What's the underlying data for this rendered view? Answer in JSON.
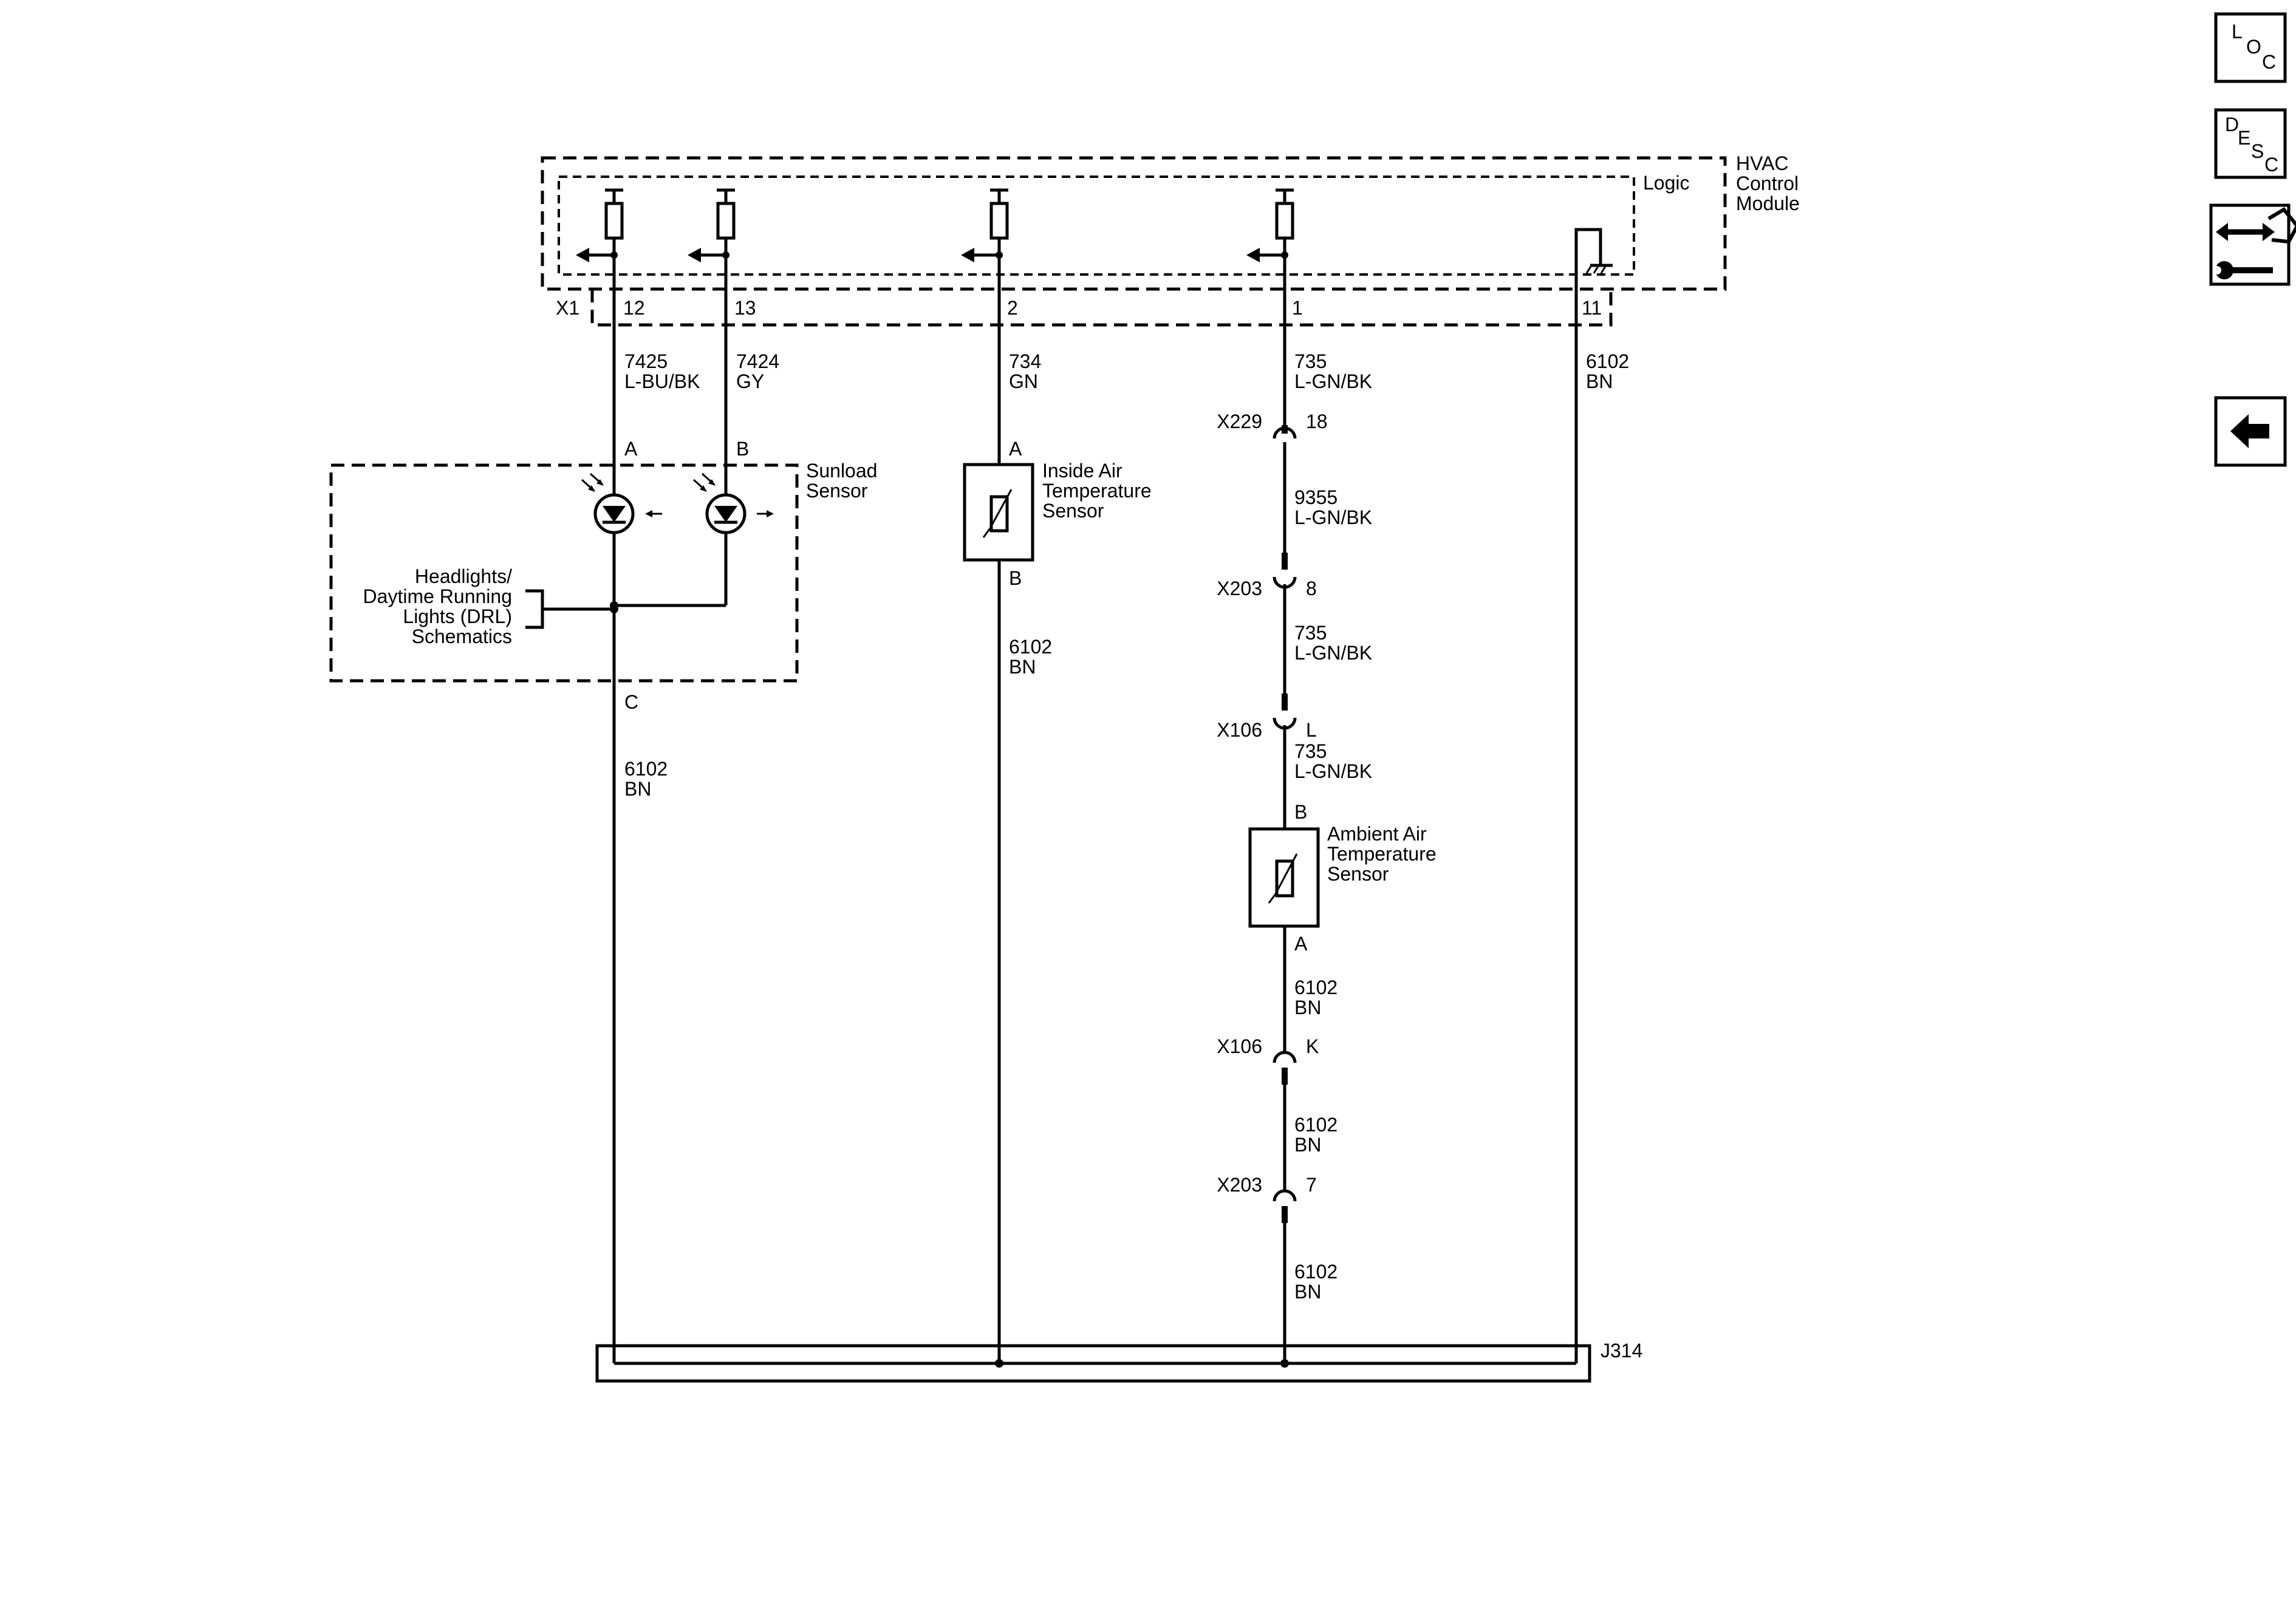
{
  "modules": {
    "hvac": [
      "HVAC",
      "Control",
      "Module"
    ],
    "logic": "Logic",
    "connector_x1": "X1"
  },
  "pins": {
    "p12": "12",
    "p13": "13",
    "p2": "2",
    "p1": "1",
    "p11": "11"
  },
  "wires": {
    "w7425": [
      "7425",
      "L-BU/BK"
    ],
    "w7424": [
      "7424",
      "GY"
    ],
    "w734": [
      "734",
      "GN"
    ],
    "w735a": [
      "735",
      "L-GN/BK"
    ],
    "w6102_top": [
      "6102",
      "BN"
    ],
    "w6102_sun": [
      "6102",
      "BN"
    ],
    "w6102_inside": [
      "6102",
      "BN"
    ],
    "w9355": [
      "9355",
      "L-GN/BK"
    ],
    "w735b": [
      "735",
      "L-GN/BK"
    ],
    "w735c": [
      "735",
      "L-GN/BK"
    ],
    "w6102_amb": [
      "6102",
      "BN"
    ],
    "w6102_k": [
      "6102",
      "BN"
    ],
    "w6102_7": [
      "6102",
      "BN"
    ]
  },
  "sunload": {
    "name": [
      "Sunload",
      "Sensor"
    ],
    "pin_a": "A",
    "pin_b": "B",
    "pin_c": "C",
    "ref": [
      "Headlights/",
      "Daytime Running",
      "Lights (DRL)",
      "Schematics"
    ]
  },
  "inside_sensor": {
    "name": [
      "Inside Air",
      "Temperature",
      "Sensor"
    ],
    "pin_a": "A",
    "pin_b": "B"
  },
  "ambient_sensor": {
    "name": [
      "Ambient Air",
      "Temperature",
      "Sensor"
    ],
    "pin_a": "A",
    "pin_b": "B"
  },
  "connectors": {
    "x229": {
      "id": "X229",
      "pin": "18"
    },
    "x203a": {
      "id": "X203",
      "pin": "8"
    },
    "x106a": {
      "id": "X106",
      "pin": "L"
    },
    "x106b": {
      "id": "X106",
      "pin": "K"
    },
    "x203b": {
      "id": "X203",
      "pin": "7"
    }
  },
  "splice": "J314",
  "toolbar": {
    "loc": {
      "top": "L",
      "mid": "O",
      "bot": "C"
    },
    "desc": {
      "t1": "D",
      "t2": "E",
      "t3": "S",
      "t4": "C"
    },
    "connection_icon": "connector-tool-icon",
    "back_icon": "back-arrow-icon"
  }
}
